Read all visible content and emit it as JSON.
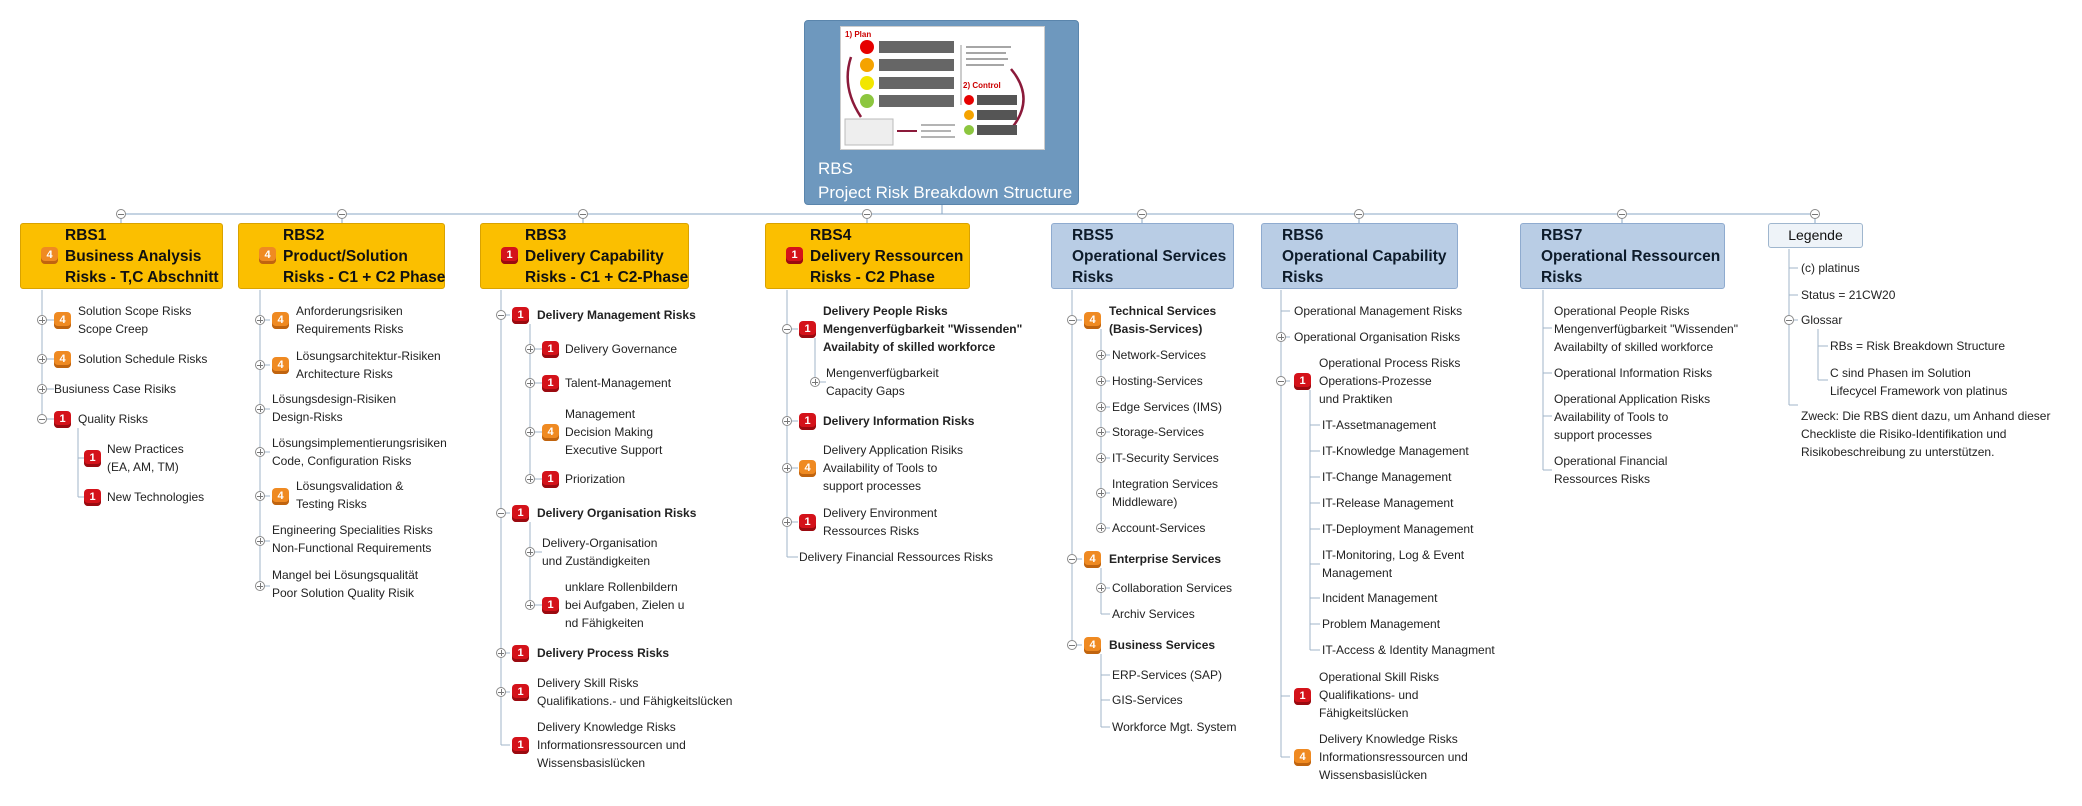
{
  "root": {
    "line1": "RBS",
    "line2": "Project Risk Breakdown Structure"
  },
  "thumb": {
    "plan": "1) Plan",
    "control": "2) Control"
  },
  "colors": {
    "gold": "#fbbf00",
    "blue": "#b9cde5",
    "rootBlue": "#6e98be",
    "red": "#d4121a",
    "orange": "#ef8a22"
  },
  "categories": [
    {
      "l1": "RBS1",
      "l2": "Business Analysis",
      "l3": "Risks - T,C Abschnitt",
      "badge": "4"
    },
    {
      "l1": "RBS2",
      "l2": "Product/Solution",
      "l3": "Risks - C1 + C2 Phase",
      "badge": "4"
    },
    {
      "l1": "RBS3",
      "l2": "Delivery Capability",
      "l3": "Risks - C1 + C2-Phase",
      "badge": "1"
    },
    {
      "l1": "RBS4",
      "l2": "Delivery Ressourcen",
      "l3": "Risks - C2 Phase",
      "badge": "1"
    },
    {
      "l1": "RBS5",
      "l2": "Operational Services",
      "l3": "Risks"
    },
    {
      "l1": "RBS6",
      "l2": "Operational Capability",
      "l3": "Risks"
    },
    {
      "l1": "RBS7",
      "l2": "Operational Ressourcen",
      "l3": "Risks"
    }
  ],
  "legend": {
    "title": "Legende",
    "copyright": "(c) platinus",
    "status": "Status = 21CW20",
    "glossar": "Glossar",
    "g1": "RBs = Risk Breakdown Structure",
    "g2a": "C sind Phasen im Solution",
    "g2b": "Lifecycel Framework von platinus",
    "z1": "Zweck: Die RBS dient dazu, um Anhand dieser",
    "z2": "Checkliste die Risiko-Identifikation und",
    "z3": "Risikobeschreibung zu unterstützen."
  },
  "rbs1": {
    "i1a": "Solution Scope Risks",
    "i1b": "Scope Creep",
    "i2": "Solution Schedule Risks",
    "i3": "Busiuness Case Risiks",
    "i4": "Quality Risks",
    "i5a": "New Practices",
    "i5b": "(EA, AM, TM)",
    "i6": "New Technologies"
  },
  "rbs2": {
    "i1a": "Anforderungsrisiken",
    "i1b": "Requirements Risks",
    "i2a": "Lösungsarchitektur-Risiken",
    "i2b": "Architecture Risks",
    "i3a": "Lösungsdesign-Risiken",
    "i3b": "Design-Risks",
    "i4a": "Lösungsimplementierungsrisiken",
    "i4b": "Code, Configuration Risks",
    "i5a": "Lösungsvalidation &",
    "i5b": "Testing Risks",
    "i6a": "Engineering Specialities Risks",
    "i6b": "Non-Functional Requirements",
    "i7a": "Mangel bei Lösungsqualität",
    "i7b": "Poor Solution Quality Risik"
  },
  "rbs3": {
    "dm": "Delivery Management Risks",
    "dm1": "Delivery Governance",
    "dm2": "Talent-Management",
    "dm3a": "Management",
    "dm3b": "Decision Making",
    "dm3c": "Executive Support",
    "dm4": "Priorization",
    "do": "Delivery Organisation Risks",
    "do1a": "Delivery-Organisation",
    "do1b": "und Zuständigkeiten",
    "do2a": "unklare Rollenbildern",
    "do2b": "bei Aufgaben, Zielen u",
    "do2c": "nd Fähigkeiten",
    "dp": "Delivery Process Risks",
    "ds1": "Delivery Skill Risks",
    "ds2": "Qualifikations.- und Fähigkeitslücken",
    "dk1": "Delivery Knowledge Risks",
    "dk2": "Informationsressourcen und",
    "dk3": "Wissensbasislücken"
  },
  "rbs4": {
    "dp1": "Delivery People Risks",
    "dp2": "Mengenverfügbarkeit \"Wissenden\"",
    "dp3": "Availabity of skilled workforce",
    "mv1": "Mengenverfügbarkeit",
    "mv2": "Capacity Gaps",
    "di": "Delivery Information Risks",
    "da1": "Delivery Application Risiks",
    "da2": "Availability of Tools to",
    "da3": "support processes",
    "de1": "Delivery Environment",
    "de2": "Ressources Risks",
    "df": "Delivery Financial Ressources Risks"
  },
  "rbs5": {
    "ts1": "Technical Services",
    "ts2": "(Basis-Services)",
    "t1": "Network-Services",
    "t2": "Hosting-Services",
    "t3": "Edge Services (IMS)",
    "t4": "Storage-Services",
    "t5": "IT-Security Services",
    "t6a": "Integration Services",
    "t6b": "Middleware)",
    "t7": "Account-Services",
    "es": "Enterprise Services",
    "e1": "Collaboration Services",
    "e2": "Archiv Services",
    "bs": "Business Services",
    "b1": "ERP-Services (SAP)",
    "b2": "GIS-Services",
    "b3": "Workforce Mgt. System"
  },
  "rbs6": {
    "om": "Operational Management Risks",
    "oo": "Operational Organisation Risks",
    "op1": "Operational Process Risks",
    "op2": "Operations-Prozesse",
    "op3": "und Praktiken",
    "p1": "IT-Assetmanagement",
    "p2": "IT-Knowledge Management",
    "p3": "IT-Change Management",
    "p4": "IT-Release Management",
    "p5": "IT-Deployment Management",
    "p6a": "IT-Monitoring, Log & Event",
    "p6b": "Management",
    "p7": "Incident Management",
    "p8": "Problem Management",
    "p9": "IT-Access & Identity Managment",
    "os1": "Operational Skill Risks",
    "os2": "Qualifikations- und",
    "os3": "Fähigkeitslücken",
    "ok1": "Delivery Knowledge Risks",
    "ok2": "Informationsressourcen und",
    "ok3": "Wissensbasislücken"
  },
  "rbs7": {
    "p1": "Operational People Risks",
    "p2": "Mengenverfügbarkeit \"Wissenden\"",
    "p3": "Availabilty of skilled workforce",
    "inf": "Operational Information Risks",
    "a1": "Operational Application Risks",
    "a2": "Availability of Tools to",
    "a3": "support processes",
    "f1": "Operational Financial",
    "f2": "Ressources Risks"
  }
}
